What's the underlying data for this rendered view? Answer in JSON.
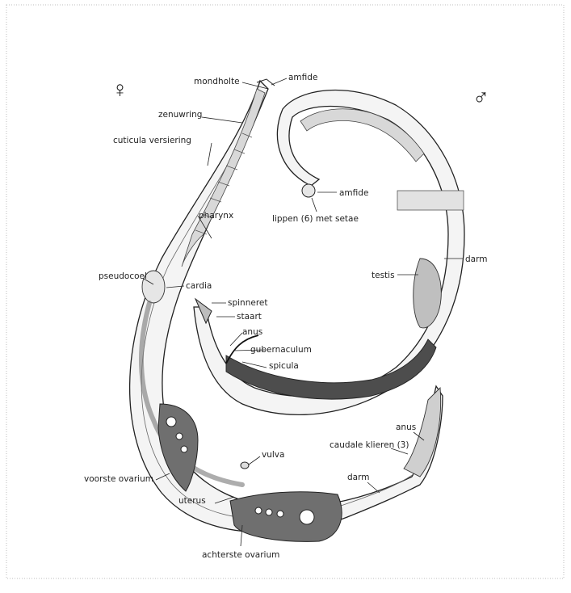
{
  "symbols": {
    "female": "♀",
    "male": "♂"
  },
  "colors": {
    "ink": "#222222",
    "ovary": "#6f6f6f",
    "tissue": "#9a9a9a",
    "paper": "#ffffff"
  },
  "female_labels": {
    "mondholte": "mondholte",
    "amfide": "amfide",
    "zenuwring": "zenuwring",
    "cuticula": "cuticula versiering",
    "pharynx": "pharynx",
    "pseudocoel": "pseudocoel",
    "cardia": "cardia",
    "vulva": "vulva",
    "voorste_ovarium": "voorste ovarium",
    "uterus": "uterus",
    "achterste_ovarium": "achterste ovarium",
    "darm": "darm",
    "anus": "anus",
    "caudale_klieren": "caudale klieren (3)"
  },
  "male_labels": {
    "amfide": "amfide",
    "lippen": "lippen (6) met setae",
    "darm": "darm",
    "testis": "testis",
    "spinneret": "spinneret",
    "staart": "staart",
    "anus": "anus",
    "gubernaculum": "gubernaculum",
    "spicula": "spicula"
  }
}
